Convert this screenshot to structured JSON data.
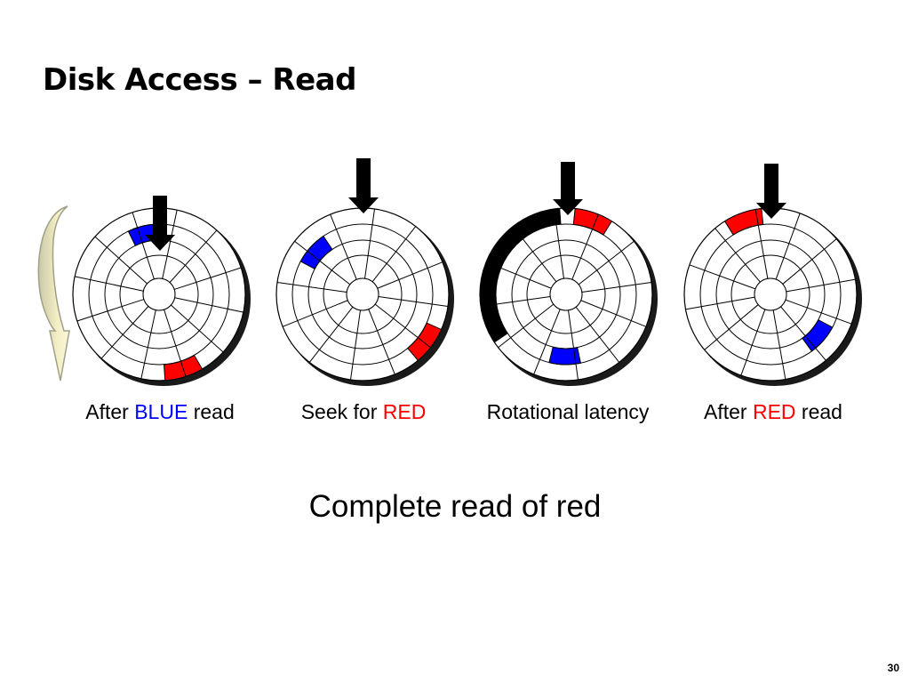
{
  "slide": {
    "title": "Disk Access – Read",
    "subtitle": "Complete read of red",
    "page_number": "30"
  },
  "colors": {
    "blue_sector": "#0000ff",
    "red_sector": "#ff0000",
    "arrow": "#000000",
    "latency_arc": "#000000",
    "rotation_arrow_fill": "#f5f0c8",
    "rotation_arrow_edge": "#b8b89a"
  },
  "panels": [
    {
      "caption_pre": "After ",
      "caption_hl": "BLUE",
      "caption_hl_color": "blue",
      "caption_post": " read"
    },
    {
      "caption_pre": "Seek for ",
      "caption_hl": "RED",
      "caption_hl_color": "red",
      "caption_post": ""
    },
    {
      "caption_pre": "Rotational latency",
      "caption_hl": "",
      "caption_hl_color": "",
      "caption_post": ""
    },
    {
      "caption_pre": "After ",
      "caption_hl": "RED",
      "caption_hl_color": "red",
      "caption_post": " read"
    }
  ]
}
